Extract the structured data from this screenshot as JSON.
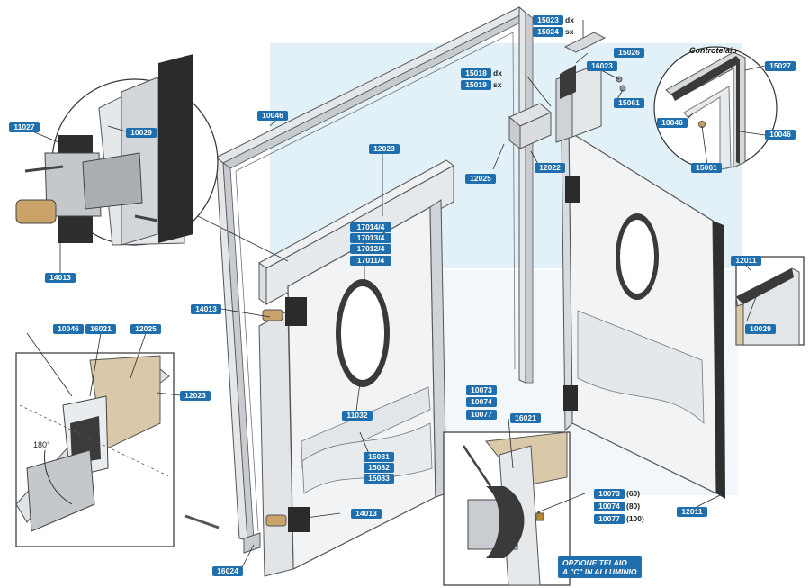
{
  "captions": {
    "controtelaio": "Controtelaio",
    "option_line1": "OPZIONE TELAIO",
    "option_line2": "A \"C\" IN ALLUMINIO",
    "angle": "180°"
  },
  "part_numbers": {
    "p15023": "15023",
    "p15023_side": "dx",
    "p15024": "15024",
    "p15024_side": "sx",
    "p15026": "15026",
    "p16023": "16023",
    "p15018": "15018",
    "p15018_side": "dx",
    "p15019": "15019",
    "p15019_side": "sx",
    "p15061_a": "15061",
    "p15061_b": "15061",
    "p15027": "15027",
    "p10046_detail": "10046",
    "p10046_detail_right": "10046",
    "p10046_frame": "10046",
    "p11027": "11027",
    "p10029_top": "10029",
    "p14013_detail": "14013",
    "p12023_top": "12023",
    "p17014": "17014/4",
    "p17013": "17013/4",
    "p17012": "17012/4",
    "p17011": "17011/4",
    "p14013_upper": "14013",
    "p12025_frame": "12025",
    "p12022": "12022",
    "p12011_detail": "12011",
    "p10029_right": "10029",
    "p10046_section": "10046",
    "p16021_section": "16021",
    "p12025_section": "12025",
    "p12023_section": "12023",
    "p11032": "11032",
    "p15081": "15081",
    "p15082": "15082",
    "p15083": "15083",
    "p14013_lower": "14013",
    "p16024": "16024",
    "p10073": "10073",
    "p10074": "10074",
    "p10077": "10077",
    "p16021_c": "16021",
    "p10073_size": "10073",
    "p10073_mm": "(60)",
    "p10074_size": "10074",
    "p10074_mm": "(80)",
    "p10077_size": "10077",
    "p10077_mm": "(100)",
    "p12011_door": "12011"
  },
  "colors": {
    "label_bg": "#1f6fae",
    "label_text": "#ffffff",
    "background_tint": "#cfe4f1",
    "frame": "#d9dde0",
    "door": "#e9ecee",
    "gasket": "#2b2b2b"
  }
}
